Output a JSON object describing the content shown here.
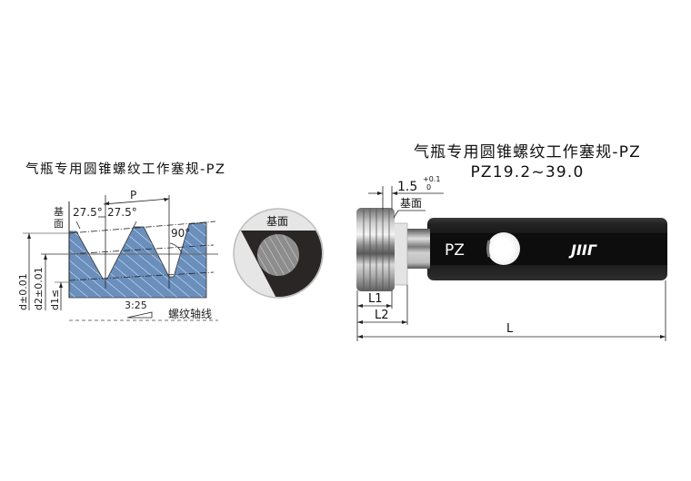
{
  "left_diagram": {
    "title": "气瓶专用圆锥螺纹工作塞规-PZ",
    "labels": {
      "datum_plane": "基面",
      "angle_left": "27.5°",
      "angle_right": "27.5°",
      "pitch": "P",
      "angle_axis": "90°",
      "major_diameter": "d±0.01",
      "pitch_diameter": "d2±0.01",
      "minor_diameter": "d1≤",
      "taper": "3:25",
      "thread_axis": "螺纹轴线"
    },
    "colors": {
      "profile_fill": "#6a8fbd",
      "hatch": "#e8eef6",
      "line": "#222222"
    }
  },
  "section_view": {
    "label": "基面",
    "colors": {
      "outer": "#e6e6e6",
      "dark": "#2b2626",
      "core": "#8d8d8d"
    }
  },
  "right_diagram": {
    "title": "气瓶专用圆锥螺纹工作塞规-PZ",
    "subtitle": "PZ19.2~39.0",
    "dimensions": {
      "datum_offset": "1.5",
      "tol_upper": "+0.1",
      "tol_lower": "0",
      "datum_plane": "基面",
      "L1": "L1",
      "L2": "L2",
      "L": "L"
    },
    "handle": {
      "marking_left": "PZ",
      "marking_right": "JIIΓ",
      "color": "#1c1c1c"
    }
  }
}
